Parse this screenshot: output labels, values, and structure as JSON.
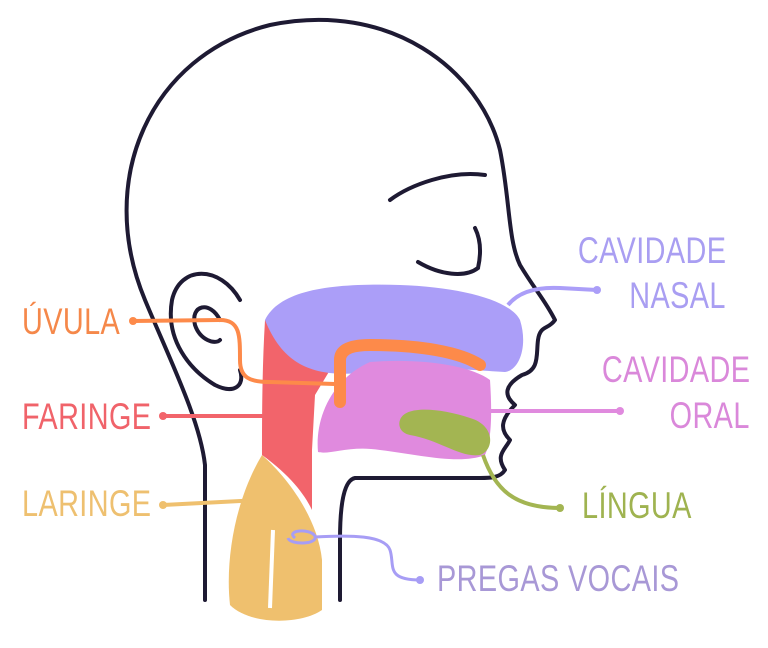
{
  "labels": {
    "uvula": "ÚVULA",
    "faringe": "FARINGE",
    "laringe": "LARINGE",
    "cavidade_nasal": [
      "CAVIDADE",
      "NASAL"
    ],
    "cavidade_oral": [
      "CAVIDADE",
      "ORAL"
    ],
    "lingua": "LÍNGUA",
    "pregas_vocais": "PREGAS VOCAIS"
  },
  "colors": {
    "outline": "#1e1a33",
    "nasal": "#ab9ef8",
    "oral": "#e08ade",
    "lingua": "#a3b552",
    "faringe": "#f2646b",
    "laringe": "#efc06e",
    "uvula": "#fd8a4a",
    "pregas": "#a79df5",
    "pregas_text": "#a898d6"
  }
}
